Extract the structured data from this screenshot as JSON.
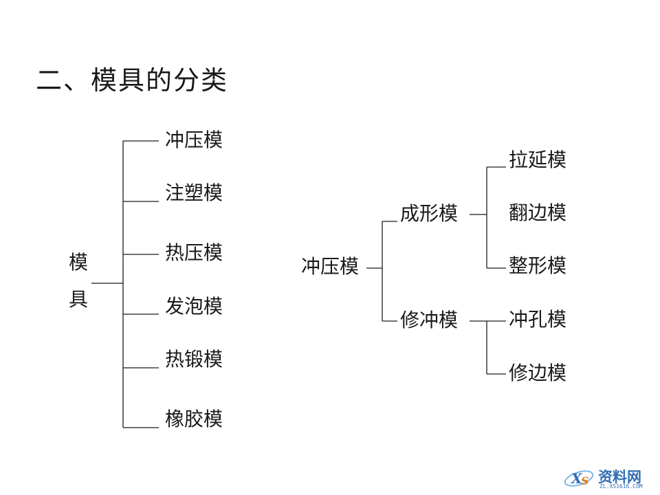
{
  "title": "二、模具的分类",
  "left_tree": {
    "root_chars": [
      "模",
      "具"
    ],
    "children": [
      "冲压模",
      "注塑模",
      "热压模",
      "发泡模",
      "热锻模",
      "橡胶模"
    ]
  },
  "right_tree": {
    "root": "冲压模",
    "groups": [
      {
        "label": "成形模",
        "children": [
          "拉延模",
          "翻边模",
          "整形模"
        ]
      },
      {
        "label": "修冲模",
        "children": [
          "冲孔模",
          "修边模"
        ]
      }
    ]
  },
  "watermark": {
    "text": "资料网",
    "url": "ZL.XS1616.COM",
    "logo": "xs-logo"
  }
}
